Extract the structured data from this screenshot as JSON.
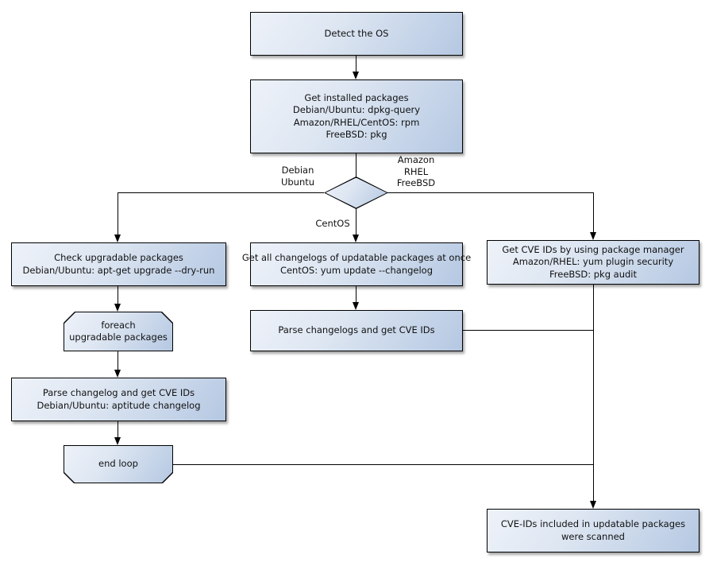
{
  "nodes": {
    "detect_os": {
      "line1": "Detect the OS"
    },
    "get_installed_packages": {
      "line1": "Get installed packages",
      "line2": "Debian/Ubuntu: dpkg-query",
      "line3": "Amazon/RHEL/CentOS: rpm",
      "line4": "FreeBSD: pkg"
    },
    "check_upgradable_packages": {
      "line1": "Check upgradable packages",
      "line2": "Debian/Ubuntu: apt-get upgrade --dry-run"
    },
    "get_all_changelogs": {
      "line1": "Get all changelogs of updatable packages at once",
      "line2": "CentOS: yum update --changelog"
    },
    "get_cve_ids_package_manager": {
      "line1": "Get CVE IDs by using package manager",
      "line2": "Amazon/RHEL: yum plugin security",
      "line3": "FreeBSD: pkg audit"
    },
    "foreach_loop_start": {
      "line1": "foreach",
      "line2": "upgradable  packages"
    },
    "parse_changelogs_get_cve_ids": {
      "line1": "Parse changelogs and get CVE IDs"
    },
    "parse_changelog_aptitude": {
      "line1": "Parse changelog and get  CVE IDs",
      "line2": "Debian/Ubuntu: aptitude changelog"
    },
    "end_loop": {
      "line1": "end loop"
    },
    "cve_ids_scanned": {
      "line1": "CVE-IDs included in updatable packages",
      "line2": "were scanned"
    }
  },
  "edge_labels": {
    "debian_ubuntu": {
      "line1": "Debian",
      "line2": "Ubuntu"
    },
    "amazon_rhel_freebsd": {
      "line1": "Amazon",
      "line2": "RHEL",
      "line3": "FreeBSD"
    },
    "centos": "CentOS"
  },
  "colors": {
    "background": "#ffffff",
    "node_fill_light": "#eef2f9",
    "node_fill_dark": "#b5c8e2",
    "node_border": "#000000",
    "connector": "#000000",
    "text": "#111111"
  }
}
